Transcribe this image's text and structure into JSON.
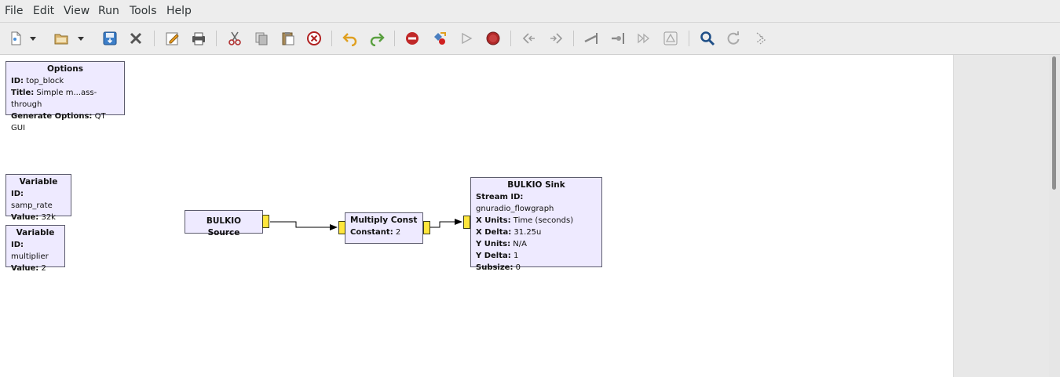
{
  "menubar": {
    "items": [
      "File",
      "Edit",
      "View",
      "Run",
      "Tools",
      "Help"
    ]
  },
  "toolbar": {
    "buttons": [
      "new-icon",
      "dropdown-arrow-icon",
      "open-icon",
      "dropdown-arrow-icon",
      "save-icon",
      "close-icon",
      "edit-icon",
      "print-icon",
      "cut-icon",
      "copy-icon",
      "paste-icon",
      "delete-icon",
      "undo-icon",
      "redo-icon",
      "stop-sign-icon",
      "generate-icon",
      "run-icon",
      "kill-icon",
      "rotate-ccw-icon",
      "rotate-cw-icon",
      "enable-icon",
      "disable-icon",
      "bypass-icon",
      "create-hier-icon",
      "find-icon",
      "reload-icon",
      "errors-icon"
    ]
  },
  "blocks": {
    "options": {
      "title": "Options",
      "id_label": "ID:",
      "id_value": " top_block",
      "title_label": "Title:",
      "title_value": " Simple m...ass-through",
      "gen_label": "Generate Options:",
      "gen_value": " QT GUI"
    },
    "var_samp_rate": {
      "title": "Variable",
      "id_label": "ID:",
      "id_value": " samp_rate",
      "value_label": "Value:",
      "value_value": " 32k"
    },
    "var_multiplier": {
      "title": "Variable",
      "id_label": "ID:",
      "id_value": " multiplier",
      "value_label": "Value:",
      "value_value": " 2"
    },
    "bulkio_source": {
      "title": "BULKIO Source"
    },
    "multiply_const": {
      "title": "Multiply Const",
      "const_label": "Constant:",
      "const_value": " 2"
    },
    "bulkio_sink": {
      "title": "BULKIO Sink",
      "stream_label": "Stream ID:",
      "stream_value": " gnuradio_flowgraph",
      "xunits_label": "X Units:",
      "xunits_value": " Time (seconds)",
      "xdelta_label": "X Delta:",
      "xdelta_value": " 31.25u",
      "yunits_label": "Y Units:",
      "yunits_value": " N/A",
      "ydelta_label": "Y Delta:",
      "ydelta_value": " 1",
      "subsize_label": "Subsize:",
      "subsize_value": " 0"
    }
  },
  "colors": {
    "block_fill": "#eeeaff",
    "port_fill": "#ffe63c",
    "canvas": "#ffffff",
    "chrome": "#ededed"
  }
}
